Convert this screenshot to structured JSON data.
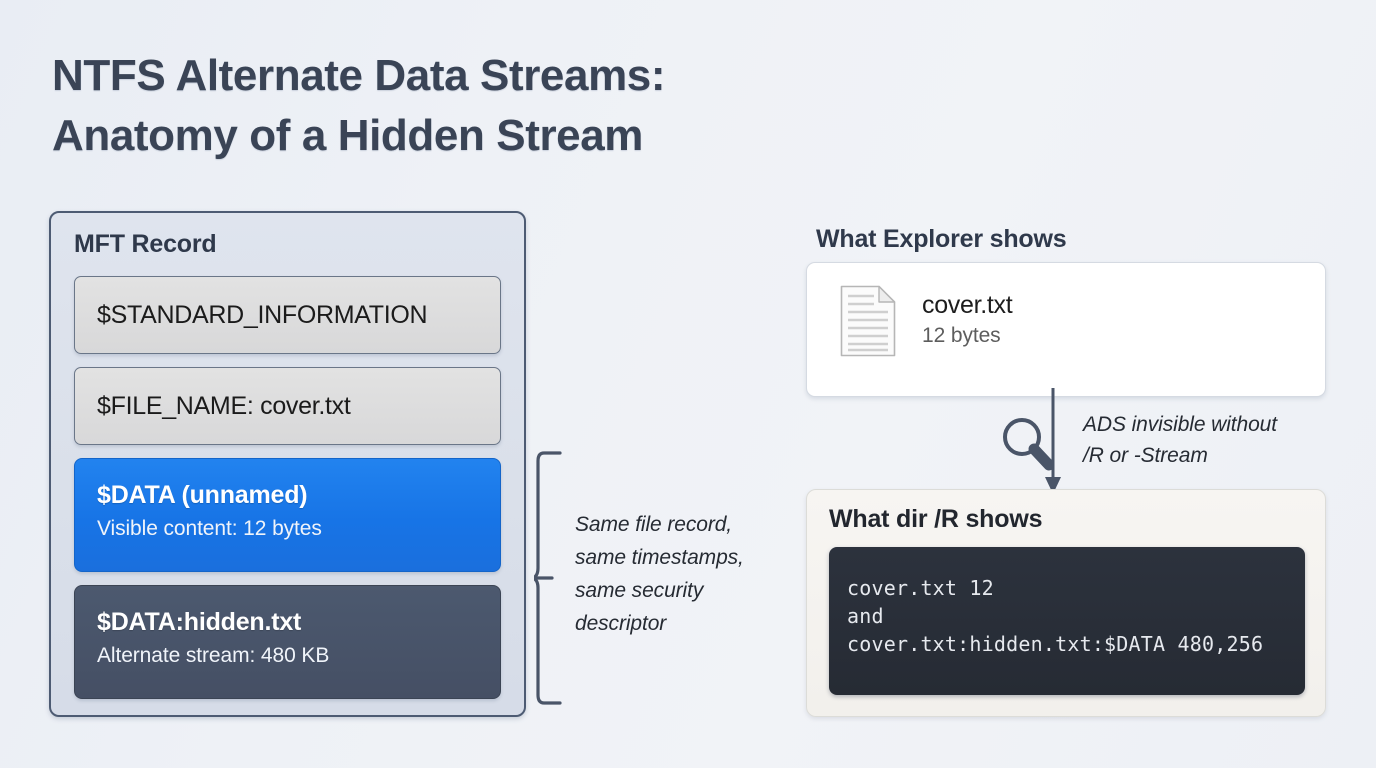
{
  "title": {
    "line1": "NTFS Alternate Data Streams:",
    "line2": "Anatomy of a Hidden Stream"
  },
  "colors": {
    "background": "#eef1f6",
    "title_text": "#3a4456",
    "panel_fill": "#dae0ea",
    "panel_border": "#4d5b73",
    "chip_fill": "#dcdcdc",
    "primary_stream": "#1774e6",
    "alternate_stream": "#454f64",
    "terminal_bg": "#262b34",
    "terminal_text": "#e6e9ee",
    "dir_panel_fill": "#f4f2ef"
  },
  "mft": {
    "heading": "MFT Record",
    "attributes": [
      {
        "kind": "plain",
        "label": "$STANDARD_INFORMATION",
        "sub": "",
        "variant": "neutral"
      },
      {
        "kind": "plain",
        "label": "$FILE_NAME: cover.txt",
        "sub": "",
        "variant": "neutral"
      },
      {
        "kind": "stream",
        "label": "$DATA (unnamed)",
        "sub": "Visible content: 12 bytes",
        "variant": "primary"
      },
      {
        "kind": "stream",
        "label": "$DATA:hidden.txt",
        "sub": "Alternate stream: 480 KB",
        "variant": "alternate"
      }
    ]
  },
  "brace_note": {
    "line1": "Same file record,",
    "line2": "same timestamps,",
    "line3": "same security",
    "line4": "descriptor"
  },
  "explorer": {
    "heading": "What Explorer shows",
    "file_icon": "document-icon",
    "file_name": "cover.txt",
    "file_size": "12 bytes"
  },
  "ads_note": {
    "icon": "magnifier-icon",
    "line1": "ADS invisible without",
    "line2": "/R or -Stream"
  },
  "dir_output": {
    "heading": "What dir /R shows",
    "lines": [
      "cover.txt 12",
      "and",
      "cover.txt:hidden.txt:$DATA 480,256"
    ]
  }
}
